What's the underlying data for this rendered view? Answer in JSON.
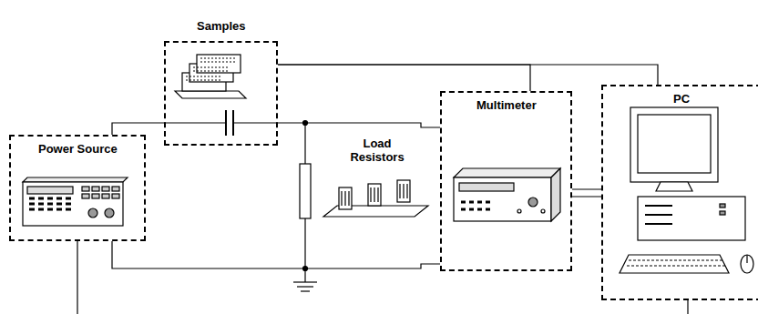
{
  "diagram": {
    "nodes": [
      {
        "text": [
          "Samples"
        ]
      },
      {
        "text": [
          "Power Source"
        ]
      },
      {
        "text": [
          "Multimeter"
        ]
      },
      {
        "text": [
          "PC"
        ]
      }
    ],
    "edges": [
      {
        "from": 1,
        "to": 0,
        "arrow": "none"
      },
      {
        "from": 0,
        "to": 2,
        "arrow": "none"
      },
      {
        "from": 1,
        "to": 2,
        "arrow": "none"
      },
      {
        "from": 0,
        "to": 2,
        "arrow": "none"
      },
      {
        "from": 0,
        "to": 3,
        "arrow": "none"
      },
      {
        "from": 2,
        "to": 3,
        "arrow": "none"
      }
    ],
    "labels": [
      "Load Resistors"
    ]
  }
}
